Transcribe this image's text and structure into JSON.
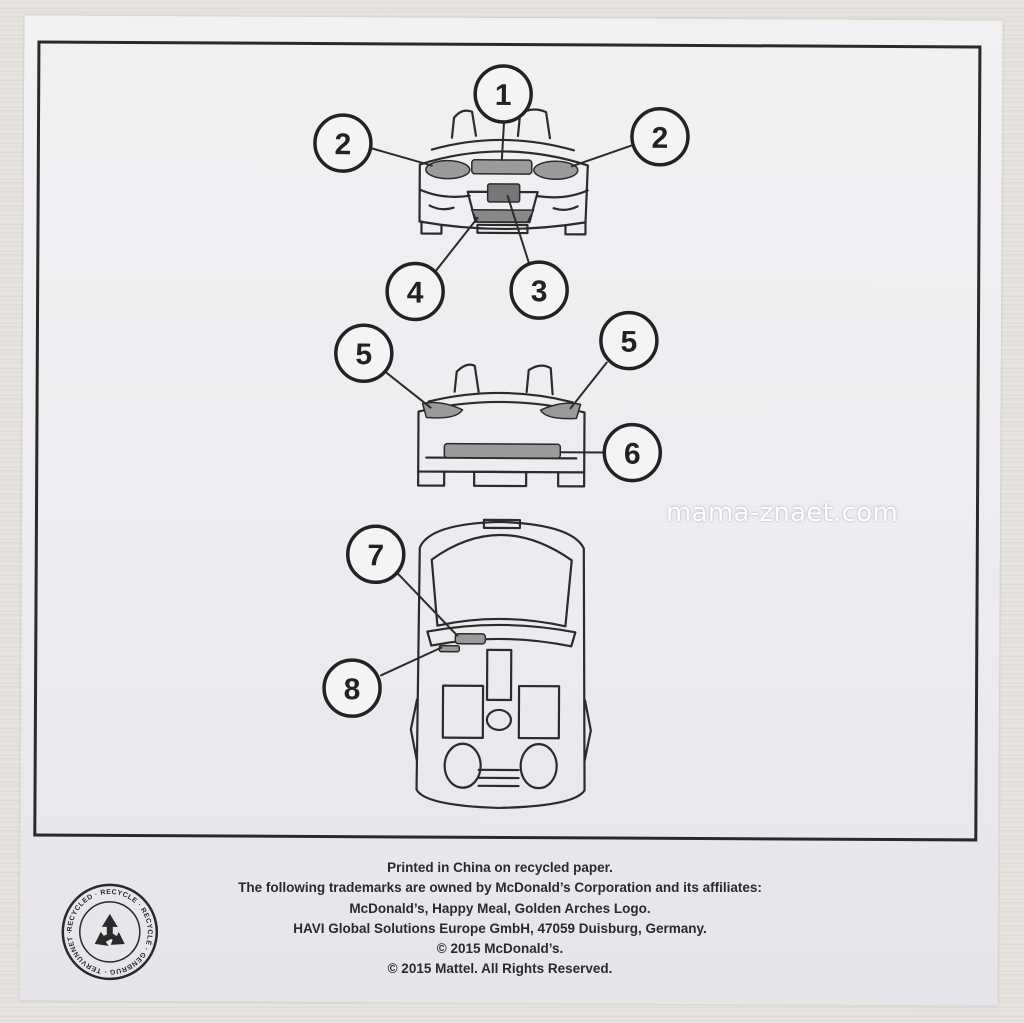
{
  "callouts": [
    {
      "label": "1"
    },
    {
      "label": "2"
    },
    {
      "label": "2"
    },
    {
      "label": "4"
    },
    {
      "label": "3"
    },
    {
      "label": "5"
    },
    {
      "label": "5"
    },
    {
      "label": "6"
    },
    {
      "label": "7"
    },
    {
      "label": "8"
    }
  ],
  "watermark": "mama-znaet.com",
  "footer_lines": [
    "Printed in China on recycled paper.",
    "The following trademarks are owned by McDonald’s Corporation and its affiliates:",
    "McDonald’s, Happy Meal, Golden Arches Logo.",
    "HAVI Global Solutions Europe GmbH, 47059 Duisburg, Germany.",
    "© 2015 McDonald’s.",
    "© 2015 Mattel. All Rights Reserved."
  ],
  "recycle_logo": {
    "icon": "recycle-icon",
    "ring_text": "RECYCLED · RECYCLE · RECYCLÉ · GENBRUG · TERVUNNET · TIETTY · RESIRKULERT"
  }
}
